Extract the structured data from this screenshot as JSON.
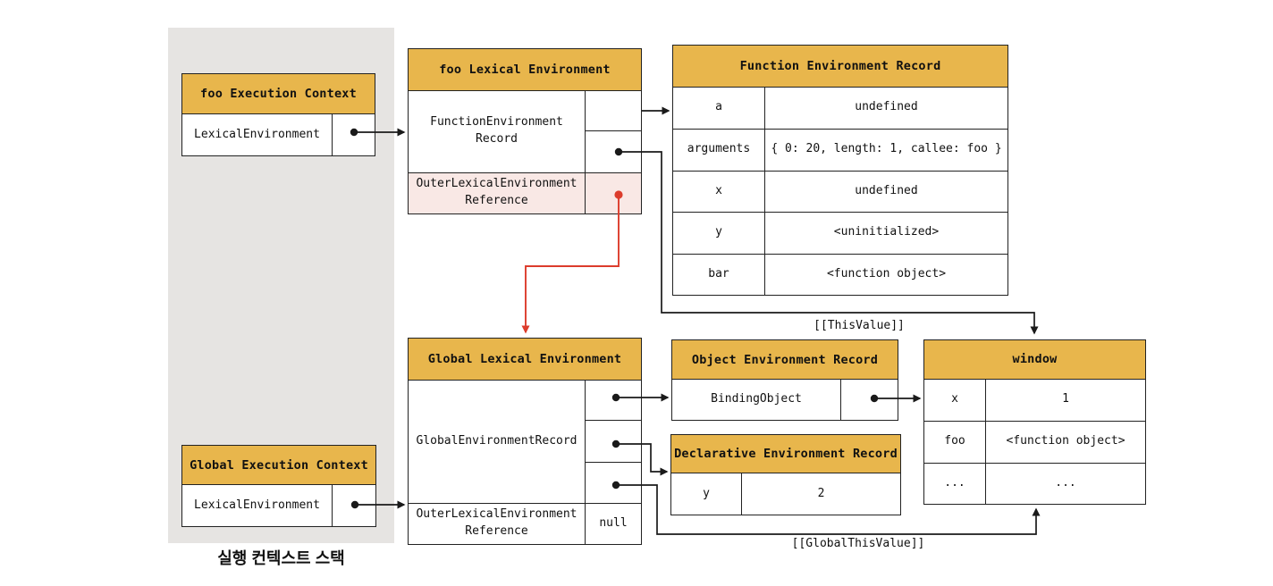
{
  "labels": {
    "this_value": "[[ThisValue]]",
    "global_this_value": "[[GlobalThisValue]]",
    "stack_caption": "실행 컨텍스트 스택"
  },
  "colors": {
    "header_gold": "#E8B64C",
    "outer_reference_pink": "#F9E8E5",
    "reference_arrow_red": "#DC3C2C",
    "stack_panel_gray": "#E6E4E2",
    "border_black": "#222222"
  },
  "foo_execution_context": {
    "title": "foo Execution Context",
    "slot": "LexicalEnvironment"
  },
  "global_execution_context": {
    "title": "Global Execution Context",
    "slot": "LexicalEnvironment"
  },
  "foo_lexical_environment": {
    "title": "foo Lexical Environment",
    "record": "FunctionEnvironment\nRecord",
    "outer": "OuterLexicalEnvironment\nReference"
  },
  "global_lexical_environment": {
    "title": "Global Lexical Environment",
    "record": "GlobalEnvironmentRecord",
    "outer": "OuterLexicalEnvironment\nReference",
    "outer_value": "null"
  },
  "function_environment_record": {
    "title": "Function Environment Record",
    "rows": [
      {
        "key": "a",
        "value": "undefined"
      },
      {
        "key": "arguments",
        "value": "{ 0: 20, length: 1, callee: foo }"
      },
      {
        "key": "x",
        "value": "undefined"
      },
      {
        "key": "y",
        "value": "<uninitialized>"
      },
      {
        "key": "bar",
        "value": "<function object>"
      }
    ]
  },
  "object_environment_record": {
    "title": "Object Environment Record",
    "slot": "BindingObject"
  },
  "declarative_environment_record": {
    "title": "Declarative Environment Record",
    "rows": [
      {
        "key": "y",
        "value": "2"
      }
    ]
  },
  "window_object": {
    "title": "window",
    "rows": [
      {
        "key": "x",
        "value": "1"
      },
      {
        "key": "foo",
        "value": "<function object>"
      },
      {
        "key": "...",
        "value": "..."
      }
    ]
  }
}
